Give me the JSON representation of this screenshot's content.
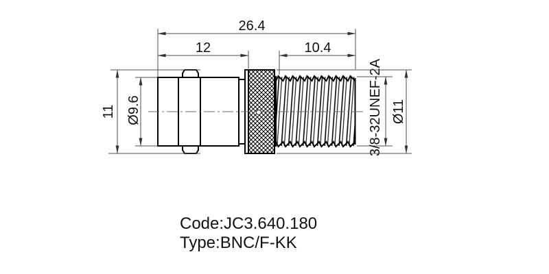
{
  "drawing": {
    "title_kind": "connector-adapter-dimension-drawing",
    "dims": {
      "overall_length": "26.4",
      "left_section_length": "12",
      "thread_length": "10.4",
      "body_height": "11",
      "front_diameter": "Ø9.6",
      "outer_diameter": "Ø11",
      "thread_spec": "3/8-32UNEF-2A"
    },
    "notes": {
      "code": "Code:JC3.640.180",
      "type": "Type:BNC/F-KK"
    },
    "colors": {
      "outline": "#000000",
      "dimension_lines": "#4d4d4d",
      "background": "#ffffff"
    }
  }
}
